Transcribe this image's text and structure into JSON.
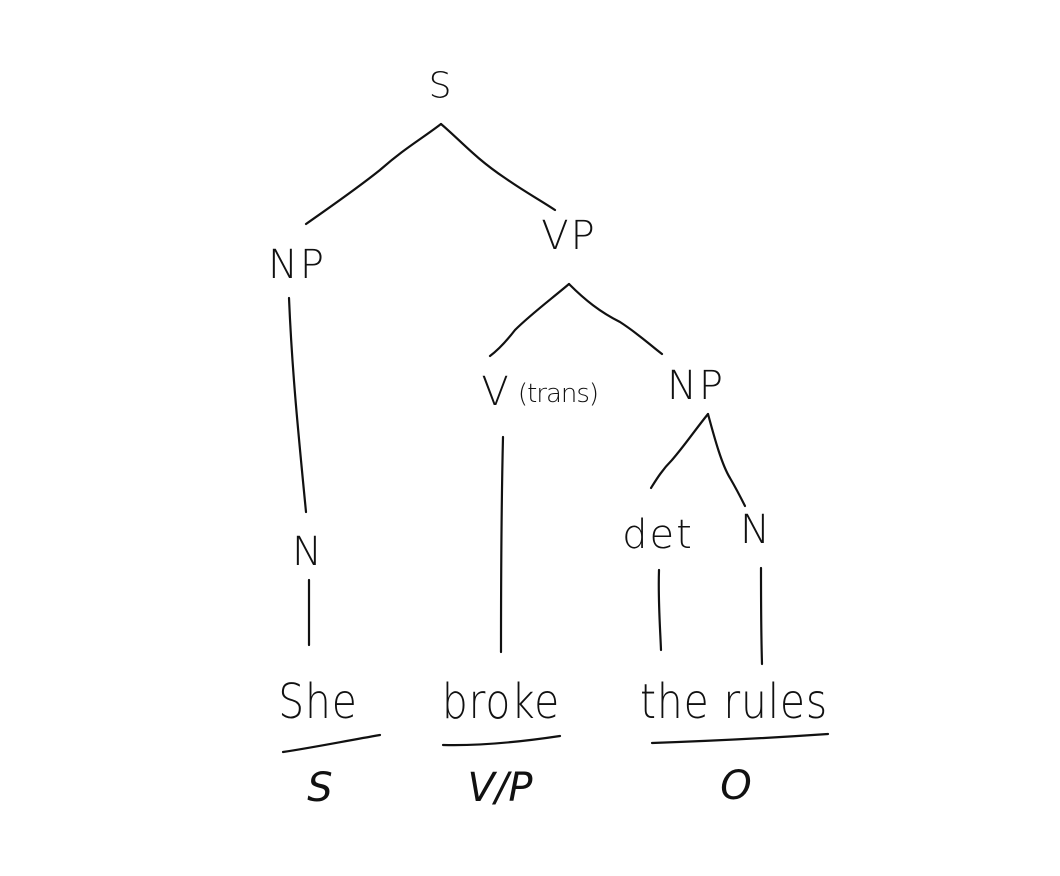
{
  "diagram": {
    "type": "syntax-tree",
    "ink_color": "#111111",
    "background": "#ffffff",
    "nodes": {
      "root": "S",
      "subject_np": "NP",
      "vp": "VP",
      "subject_n": "N",
      "verb": "V",
      "verb_note": "(trans)",
      "object_np": "NP",
      "det": "det",
      "object_n": "N"
    },
    "words": {
      "she": "She",
      "broke": "broke",
      "the_rules": "the rules"
    },
    "roles": {
      "subject": "S",
      "verb_predicate": "V/P",
      "object": "O"
    }
  }
}
